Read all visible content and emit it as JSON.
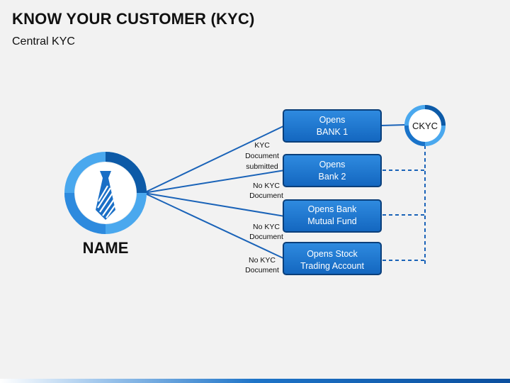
{
  "header": {
    "title": "KNOW YOUR CUSTOMER (KYC)",
    "subtitle": "Central KYC"
  },
  "customer": {
    "name": "NAME",
    "icon": "tie-icon"
  },
  "hub": {
    "label": "CKYC"
  },
  "boxes": [
    {
      "line1": "Opens",
      "line2": "BANK 1"
    },
    {
      "line1": "Opens",
      "line2": "Bank 2"
    },
    {
      "line1": "Opens Bank",
      "line2": "Mutual Fund"
    },
    {
      "line1": "Opens Stock",
      "line2": "Trading Account"
    }
  ],
  "edge_labels": [
    {
      "lines": [
        "KYC",
        "Document",
        "submitted"
      ]
    },
    {
      "lines": [
        "No KYC",
        "Document"
      ]
    },
    {
      "lines": [
        "No KYC",
        "Document"
      ]
    },
    {
      "lines": [
        "No KYC",
        "Document"
      ]
    }
  ],
  "colors": {
    "primary": "#1a73c9",
    "dark": "#0d5aa7",
    "light": "#5ab0f0",
    "box_border": "#0b3f7a"
  }
}
